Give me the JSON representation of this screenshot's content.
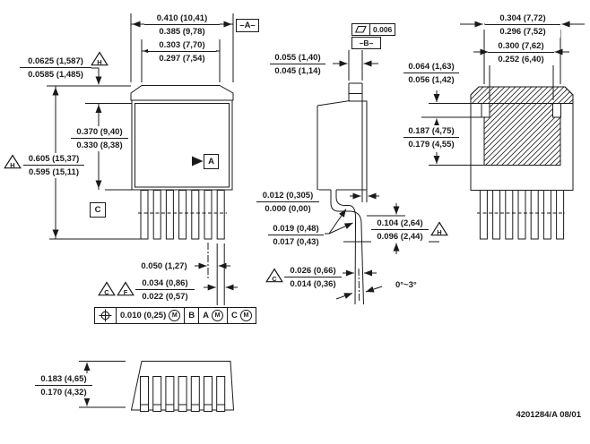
{
  "doc": {
    "number": "4201284/A 08/01"
  },
  "flags": {
    "h": "H",
    "c": "C",
    "f": "F"
  },
  "front_view": {
    "width_overall": {
      "max": "0.410 (10,41)",
      "min": "0.385 (9,78)"
    },
    "width_tab_top": {
      "max": "0.303 (7,70)",
      "min": "0.297 (7,54)"
    },
    "tab_height": {
      "max": "0.0625 (1,587)",
      "min": "0.0585 (1,485)"
    },
    "body_height": {
      "max": "0.370 (9,40)",
      "min": "0.330 (8,38)"
    },
    "overall_height": {
      "max": "0.605 (15,37)",
      "min": "0.595 (15,11)"
    },
    "lead_pitch": "0.050 (1,27)",
    "lead_width": {
      "max": "0.034 (0,86)",
      "min": "0.022 (0,57)"
    },
    "datum_a_frame": "–A–",
    "datum_a": "A",
    "datum_c": "C",
    "tolerance_frame": {
      "tol": "0.010 (0,25)",
      "mod": "M",
      "d1": "B",
      "d2": "A",
      "d3": "C"
    }
  },
  "side_view": {
    "tab_thickness": {
      "max": "0.055 (1,40)",
      "min": "0.045 (1,14)"
    },
    "flatness": "0.006",
    "datum_b_frame": "–B–",
    "lead_setback": {
      "max": "0.012 (0,305)",
      "min": "0.000 (0,00)"
    },
    "lead_thickness": {
      "max": "0.019 (0,48)",
      "min": "0.017 (0,43)"
    },
    "standoff": {
      "max": "0.104 (2,64)",
      "min": "0.096 (2,44)"
    },
    "foot_width": {
      "max": "0.026 (0,66)",
      "min": "0.014 (0,36)"
    },
    "foot_angle": "0°~3°"
  },
  "back_view": {
    "tab_width": {
      "max": "0.304 (7,72)",
      "min": "0.296 (7,52)"
    },
    "tab_width_inner": {
      "max": "0.300 (7,62)",
      "min": "0.252 (6,40)"
    },
    "tab_step": {
      "max": "0.064 (1,63)",
      "min": "0.056 (1,42)"
    },
    "tab_depth": {
      "max": "0.187 (4,75)",
      "min": "0.179 (4,55)"
    }
  },
  "bottom_view": {
    "body_thickness": {
      "max": "0.183 (4,65)",
      "min": "0.170 (4,32)"
    }
  }
}
